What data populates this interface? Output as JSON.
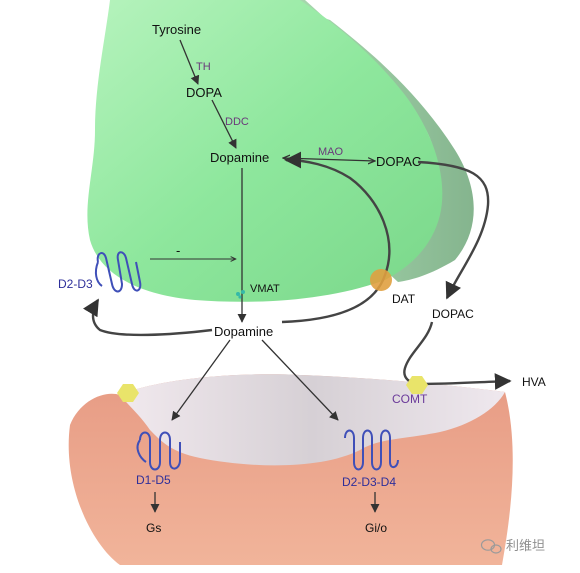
{
  "labels": {
    "tyrosine": "Tyrosine",
    "th": "TH",
    "dopa": "DOPA",
    "ddc": "DDC",
    "dopamine_presynaptic": "Dopamine",
    "mao": "MAO",
    "dopac_top": "DOPAC",
    "inhibit_sign": "-",
    "autoreceptor": "D2-D3",
    "vmat": "VMAT",
    "dat": "DAT",
    "dopac_mid": "DOPAC",
    "dopamine_synaptic": "Dopamine",
    "hva": "HVA",
    "comt": "COMT",
    "d1_d5": "D1-D5",
    "d2_d3_d4": "D2-D3-D4",
    "gs": "Gs",
    "gi_o": "Gi/o"
  },
  "watermark": {
    "text": "利维坦",
    "icon": "wechat-icon"
  },
  "colors": {
    "presynaptic_fill": "#8ee79d",
    "presynaptic_shadow": "#7fb88a",
    "postsynaptic_fill": "#e6997e",
    "postsynaptic_top": "#d9d2d6",
    "receptor": "#3f4fb8",
    "dat_transporter": "#e0a040",
    "comt_enzyme": "#e9e46a",
    "vmat_dots": "#35b9a8",
    "arrow": "#333333"
  }
}
